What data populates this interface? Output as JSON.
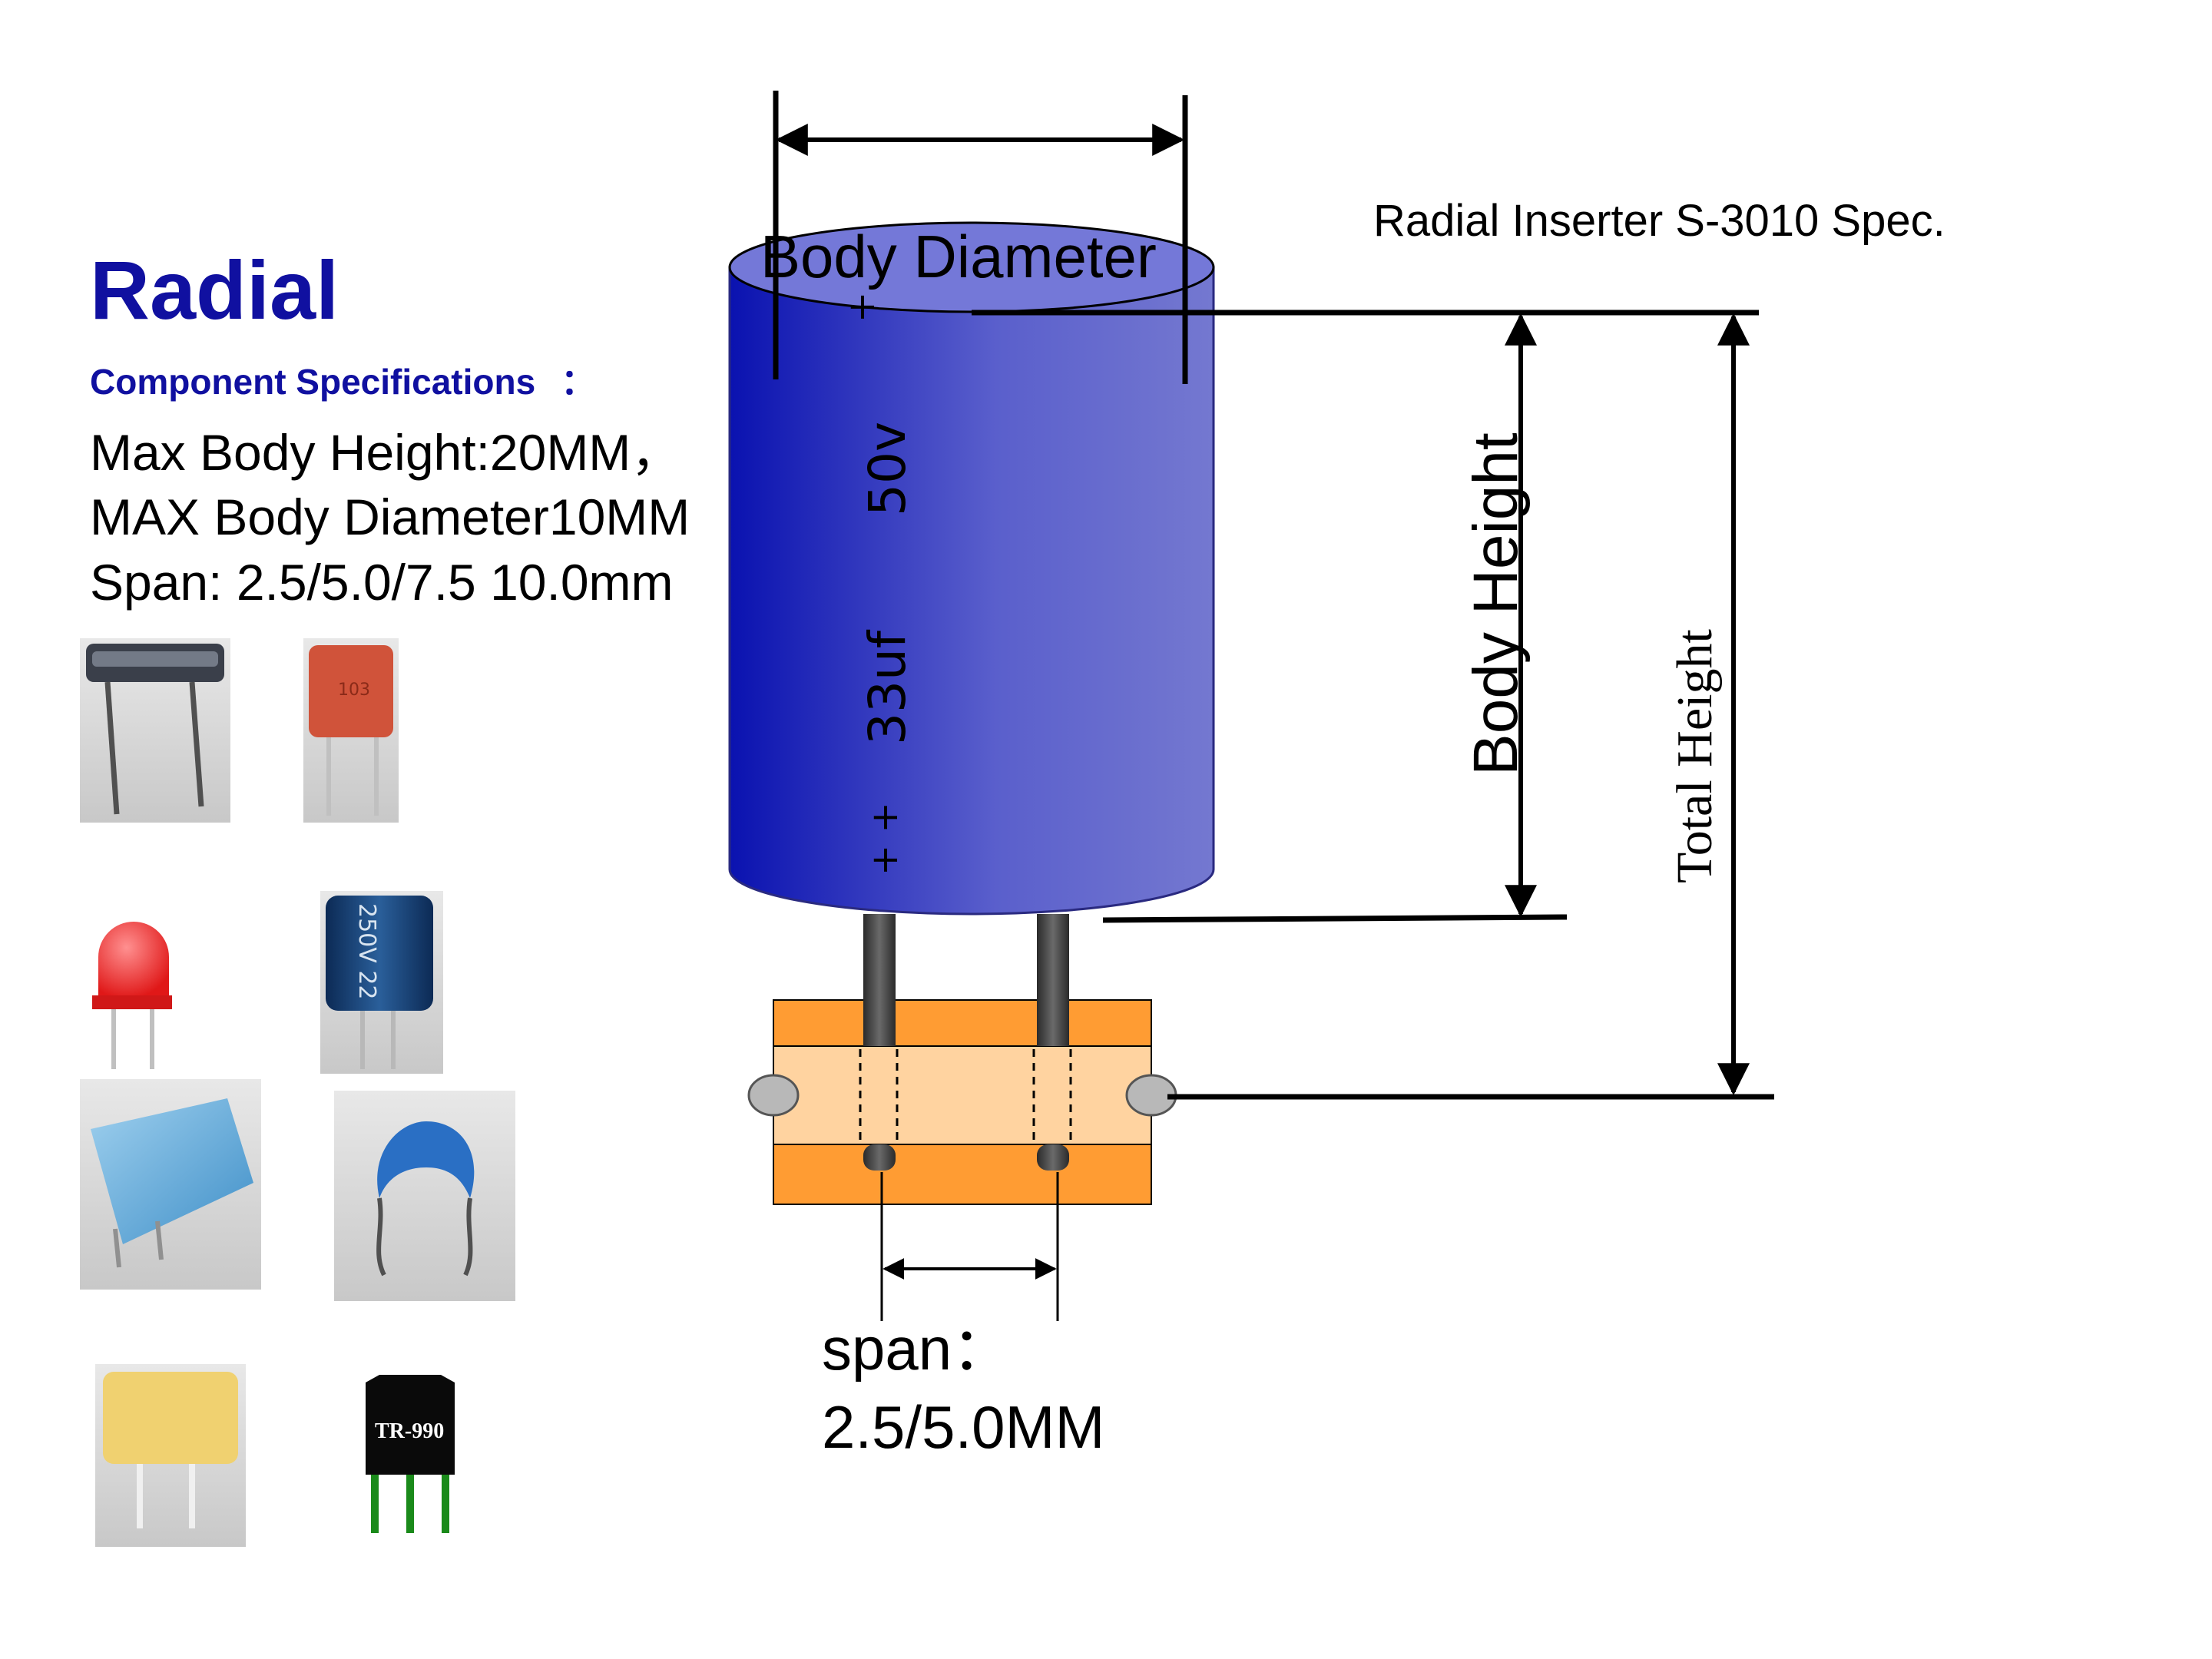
{
  "title": "Radial",
  "subtitle": "Component Specifications",
  "subtitle_colon": "：",
  "specs": [
    "Max Body Height:20MM，",
    "MAX Body Diameter10MM",
    "Span: 2.5/5.0/7.5 10.0mm"
  ],
  "header": "Radial Inserter S-3010 Spec.",
  "labels": {
    "body_diameter": "Body Diameter",
    "body_height": "Body Height",
    "total_height": "Total Height",
    "span_label": "span：",
    "span_value": "2.5/5.0MM"
  },
  "capacitor_markings": {
    "voltage": "50v",
    "capacitance": "33uf",
    "plus_top": "+",
    "plus_bottom": "+ +"
  },
  "thumbnails": [
    {
      "name": "crystal-oscillator-photo"
    },
    {
      "name": "film-capacitor-red-photo",
      "marking": "103"
    },
    {
      "name": "red-led-photo"
    },
    {
      "name": "electrolytic-capacitor-photo",
      "marking": "250V 22"
    },
    {
      "name": "blue-box-capacitor-photo"
    },
    {
      "name": "ceramic-disc-capacitor-photo"
    },
    {
      "name": "yellow-fuse-photo"
    },
    {
      "name": "transistor-photo",
      "marking": "TR-990"
    }
  ],
  "colors": {
    "heading": "#1010a0",
    "capacitor_dark": "#0a12b0",
    "capacitor_light": "#7478d0",
    "holder_orange": "#ff9c33",
    "holder_light": "#ffd3a0"
  }
}
